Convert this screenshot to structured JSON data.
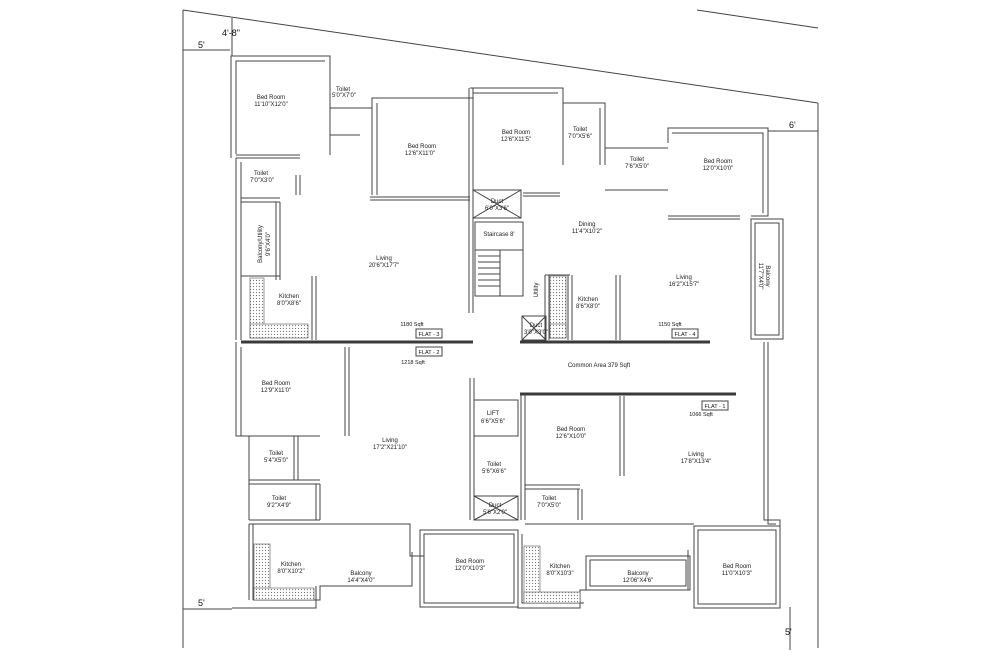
{
  "dimensions": {
    "top_offset": "4'-8\"",
    "left_top": "5'",
    "right_top": "6'",
    "left_bottom": "5'",
    "right_bottom": "5'"
  },
  "rooms": {
    "f3_bed1": {
      "name": "Bed Room",
      "size": "11'10\"X12'0\""
    },
    "f3_toilet1": {
      "name": "Toilet",
      "size": "5'0\"X7'0\""
    },
    "f3_bed2": {
      "name": "Bed Room",
      "size": "12'6\"X11'0\""
    },
    "f3_toilet2": {
      "name": "Toilet",
      "size": "7'0\"X3'0\""
    },
    "f3_balcony": {
      "name": "Balcony/Utility",
      "size": "9'6\"X4'0\""
    },
    "f3_living": {
      "name": "Living",
      "size": "20'6\"X17'7\""
    },
    "f3_kitchen": {
      "name": "Kitchen",
      "size": "8'0\"X8'6\""
    },
    "f4_bed1": {
      "name": "Bed Room",
      "size": "12'6\"X11'5\""
    },
    "f4_toilet1": {
      "name": "Toilet",
      "size": "7'0\"X5'6\""
    },
    "f4_toilet2": {
      "name": "Toilet",
      "size": "7'6\"X5'0\""
    },
    "f4_bed2": {
      "name": "Bed Room",
      "size": "12'0\"X10'0\""
    },
    "duct1": {
      "name": "Duct",
      "size": "6'0\"X3'6\""
    },
    "staircase": {
      "name": "Staircase 8'",
      "size": ""
    },
    "f4_dining": {
      "name": "Dining",
      "size": "11'4\"X10'2\""
    },
    "f4_utility": {
      "name": "Utility",
      "size": ""
    },
    "f4_kitchen": {
      "name": "Kitchen",
      "size": "8'6\"X8'0\""
    },
    "f4_living": {
      "name": "Living",
      "size": "16'2\"X15'7\""
    },
    "f4_balcony": {
      "name": "Balcony",
      "size": "11'7\"X4'0\""
    },
    "duct2": {
      "name": "Duct",
      "size": "3'0\"X3'0\""
    },
    "common": {
      "name": "Common Area 379 Sqft",
      "size": ""
    },
    "f2_bed1": {
      "name": "Bed Room",
      "size": "12'9\"X11'0\""
    },
    "f2_toilet1": {
      "name": "Toilet",
      "size": "5'4\"X5'0\""
    },
    "f2_toilet2": {
      "name": "Toilet",
      "size": "9'2\"X4'9\""
    },
    "f2_living": {
      "name": "Living",
      "size": "17'2\"X21'10\""
    },
    "f2_kitchen": {
      "name": "Kitchen",
      "size": "8'0\"X10'2\""
    },
    "f2_balcony": {
      "name": "Balcony",
      "size": "14'4\"X4'0\""
    },
    "f2_bed2": {
      "name": "Bed Room",
      "size": "12'0\"X10'3\""
    },
    "lift": {
      "name": "LIFT",
      "size": "6'6\"X5'6\""
    },
    "f1_toilet1": {
      "name": "Toilet",
      "size": "5'6\"X6'6\""
    },
    "duct3": {
      "name": "Duct",
      "size": "5'6\"X2'0\""
    },
    "f1_bed1": {
      "name": "Bed Room",
      "size": "12'6\"X10'0\""
    },
    "f1_toilet2": {
      "name": "Toilet",
      "size": "7'0\"X5'0\""
    },
    "f1_living": {
      "name": "Living",
      "size": "17'8\"X13'4\""
    },
    "f1_kitchen": {
      "name": "Kitchen",
      "size": "8'0\"X10'3\""
    },
    "f1_balcony": {
      "name": "Balcony",
      "size": "12'06\"X4'6\""
    },
    "f1_bed2": {
      "name": "Bed Room",
      "size": "11'0\"X10'3\""
    }
  },
  "flats": {
    "flat3": {
      "label": "FLAT - 3",
      "area": "1180 Sqft"
    },
    "flat4": {
      "label": "FLAT - 4",
      "area": "1150 Sqft"
    },
    "flat2": {
      "label": "FLAT - 2",
      "area": "1218 Sqft"
    },
    "flat1": {
      "label": "FLAT - 1",
      "area": "1066 Sqft"
    }
  }
}
